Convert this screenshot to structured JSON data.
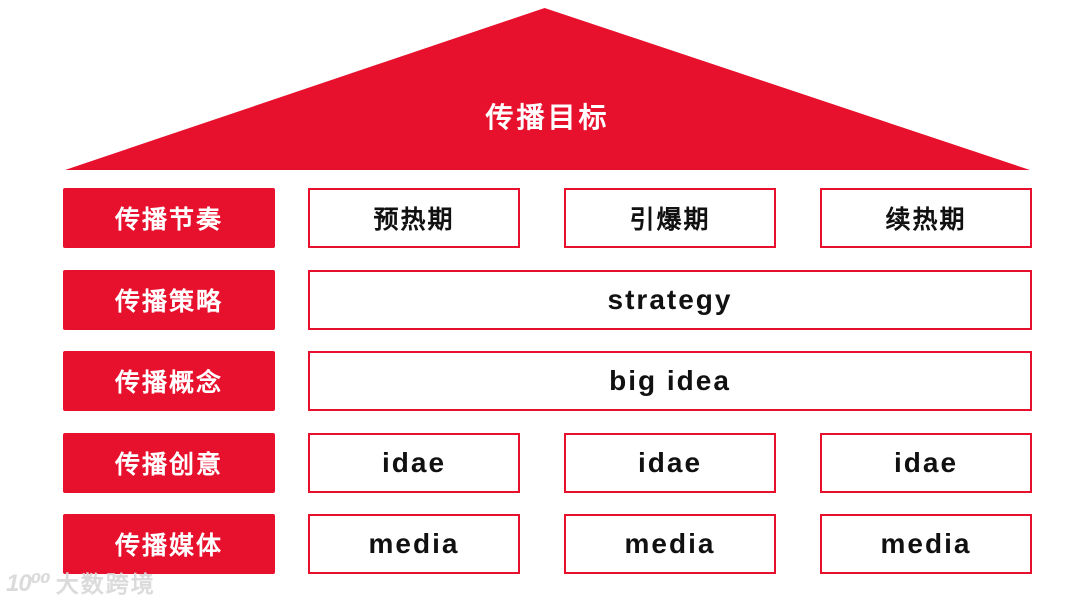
{
  "palette": {
    "red": "#E8112D",
    "text_dark": "#111111",
    "white": "#FFFFFF",
    "watermark_gray": "#D8D8D8"
  },
  "pyramid": {
    "label": "传播目标"
  },
  "rows": [
    {
      "label": "传播节奏",
      "cells": [
        "预热期",
        "引爆期",
        "续热期"
      ]
    },
    {
      "label": "传播策略",
      "cells": [
        "strategy"
      ]
    },
    {
      "label": "传播概念",
      "cells": [
        "big idea"
      ]
    },
    {
      "label": "传播创意",
      "cells": [
        "idae",
        "idae",
        "idae"
      ]
    },
    {
      "label": "传播媒体",
      "cells": [
        "media",
        "media",
        "media"
      ]
    }
  ],
  "watermark": {
    "logo": "10⁰⁰",
    "text": "大数跨境"
  }
}
